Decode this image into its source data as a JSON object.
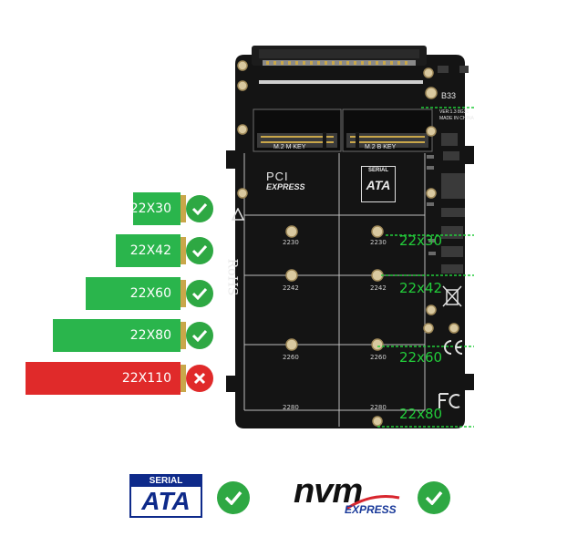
{
  "board": {
    "pci_line1": "PCI",
    "pci_line2": "EXPRESS",
    "sata_line1": "SERIAL",
    "sata_line2": "ATA",
    "m_key_label": "M.2 M KEY",
    "b_key_label": "M.2 B KEY",
    "rohs": "RoHS",
    "model": "B33",
    "version": "VER:1.3  8G31",
    "made_in": "MADE IN CHINA",
    "mount_labels": {
      "left_2230": "2230",
      "right_2230": "2230",
      "left_2242": "2242",
      "right_2242": "2242",
      "left_2260": "2260",
      "right_2260": "2260",
      "left_2280": "2280",
      "right_2280": "2280"
    },
    "overlay_labels": [
      "22x30",
      "22x42",
      "22x60",
      "22x80"
    ]
  },
  "sizes": [
    {
      "label": "22X30",
      "supported": true
    },
    {
      "label": "22X42",
      "supported": true
    },
    {
      "label": "22X60",
      "supported": true
    },
    {
      "label": "22X80",
      "supported": true
    },
    {
      "label": "22X110",
      "supported": false
    }
  ],
  "logos": {
    "sata_line1": "SERIAL",
    "sata_line2": "ATA",
    "nvme_main": "nvm",
    "nvme_sub": "EXPRESS"
  },
  "colors": {
    "board": "#141414",
    "supported": "#2ab54c",
    "unsupported": "#e02a2a",
    "guide": "#22cc3a",
    "check": "#2ea843"
  },
  "icons": {
    "check": "check-circle-icon",
    "cross": "x-circle-icon",
    "warning": "esd-warning-icon",
    "weee": "weee-bin-icon",
    "ce": "ce-mark-icon",
    "fc": "fc-mark-icon"
  }
}
